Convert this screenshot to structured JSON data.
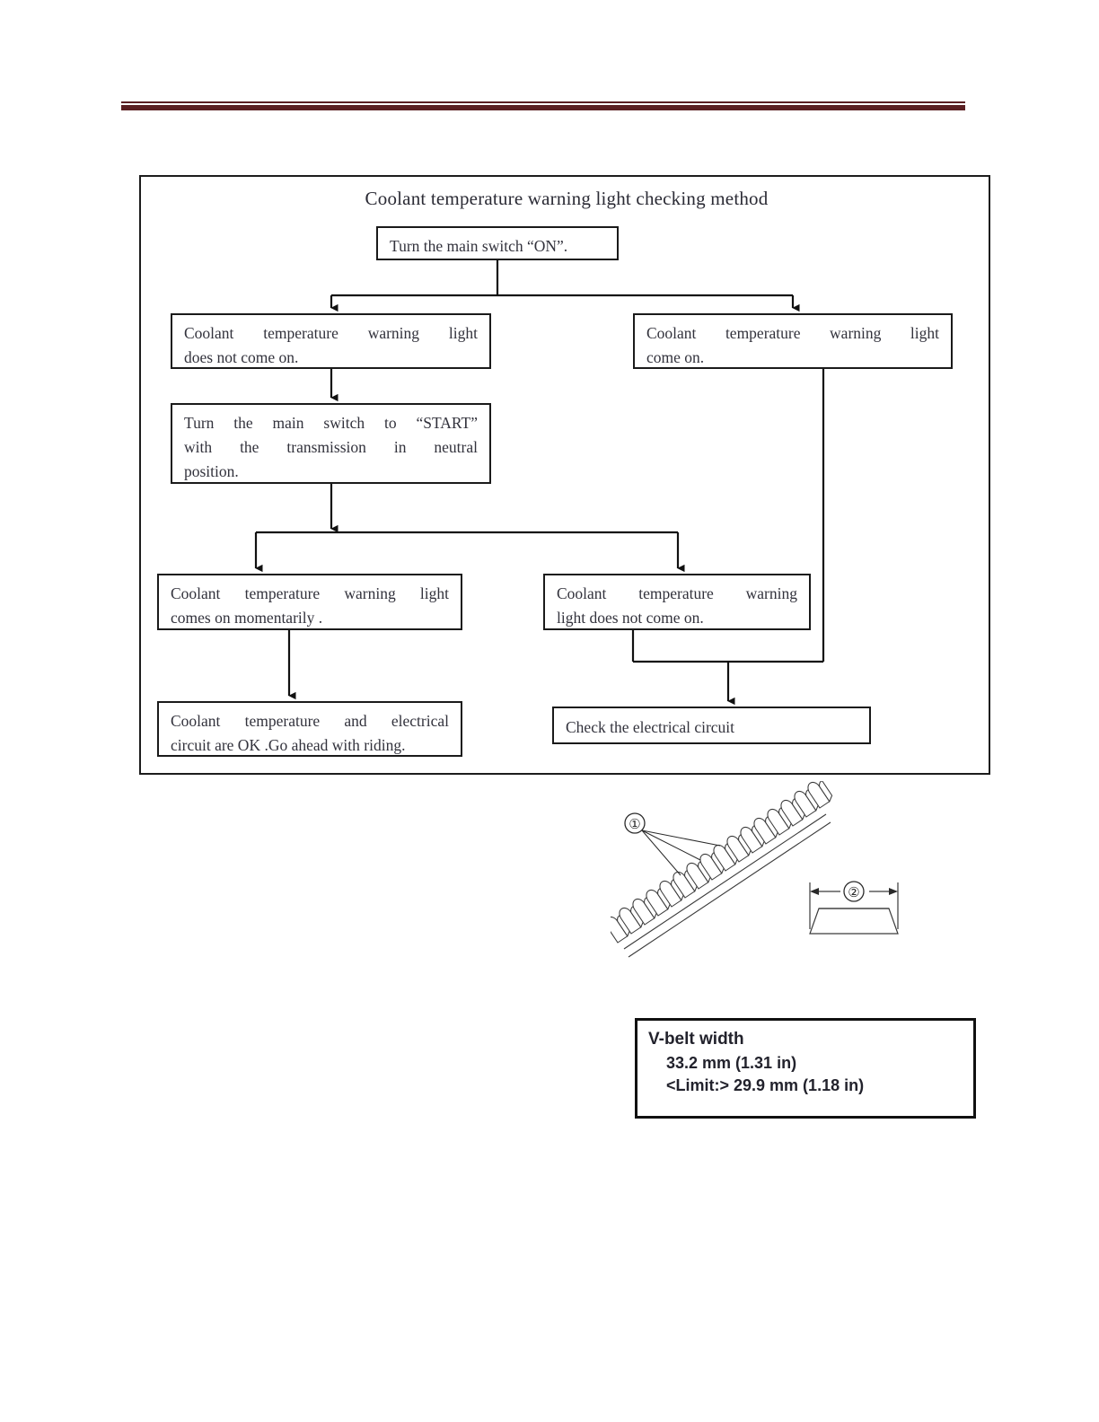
{
  "page": {
    "header_rule_color": "#5a1f22"
  },
  "flowchart": {
    "title": "Coolant temperature warning light checking method",
    "boxes": {
      "main_switch_on": "Turn the main switch “ON”.",
      "light_not_on_l1": "Coolant   temperature   warning   light",
      "light_not_on_l2": "does not come on.",
      "light_come_on_l1": "Coolant   temperature   warning   light",
      "light_come_on_l2": "come on.",
      "switch_start_l1": "Turn   the   main   switch   to   “START”",
      "switch_start_l2": "with   the   transmission   in   neutral",
      "switch_start_l3": "position.",
      "momentarily_l1": "Coolant   temperature   warning   light",
      "momentarily_l2": "comes on momentarily .",
      "not_come_on2_l1": "Coolant   temperature   warning",
      "not_come_on2_l2": "light does not come on.",
      "ok_riding_l1": "Coolant   temperature   and   electrical",
      "ok_riding_l2": "circuit are OK .Go ahead with riding.",
      "check_circuit": "Check the electrical circuit"
    }
  },
  "belt_illustration": {
    "callout_1": "①",
    "callout_2": "②"
  },
  "spec": {
    "title": "V-belt width",
    "standard": "33.2 mm (1.31 in)",
    "limit": "<Limit:> 29.9 mm (1.18 in)"
  }
}
